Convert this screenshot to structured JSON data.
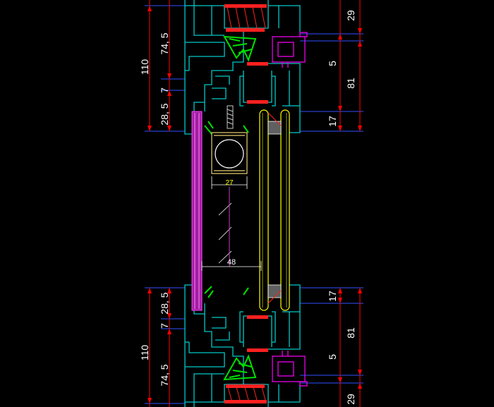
{
  "drawing": {
    "left_dimensions": {
      "top_total": "110",
      "top_upper": "74, 5",
      "top_small": "7",
      "top_lower": "28, 5",
      "bottom_upper": "28, 5",
      "bottom_small": "7",
      "bottom_total": "110",
      "bottom_lower": "74, 5"
    },
    "right_dimensions": {
      "top_edge": "29",
      "top_gap": "5",
      "top_main": "81",
      "top_glass": "17",
      "bottom_glass": "17",
      "bottom_main": "81",
      "bottom_gap": "5",
      "bottom_edge": "29"
    },
    "center_dimensions": {
      "tube_width": "27",
      "gap_width": "48"
    },
    "colors": {
      "frame": "#00c8c8",
      "gasket": "#ff2020",
      "seal": "#00e000",
      "hardware": "#ff00ff",
      "glass_edge": "#ffff00",
      "panel": "#c020c0",
      "dimension": "#ffffff",
      "dim_arrow": "#ff0000",
      "witness": "#3050ff"
    }
  }
}
